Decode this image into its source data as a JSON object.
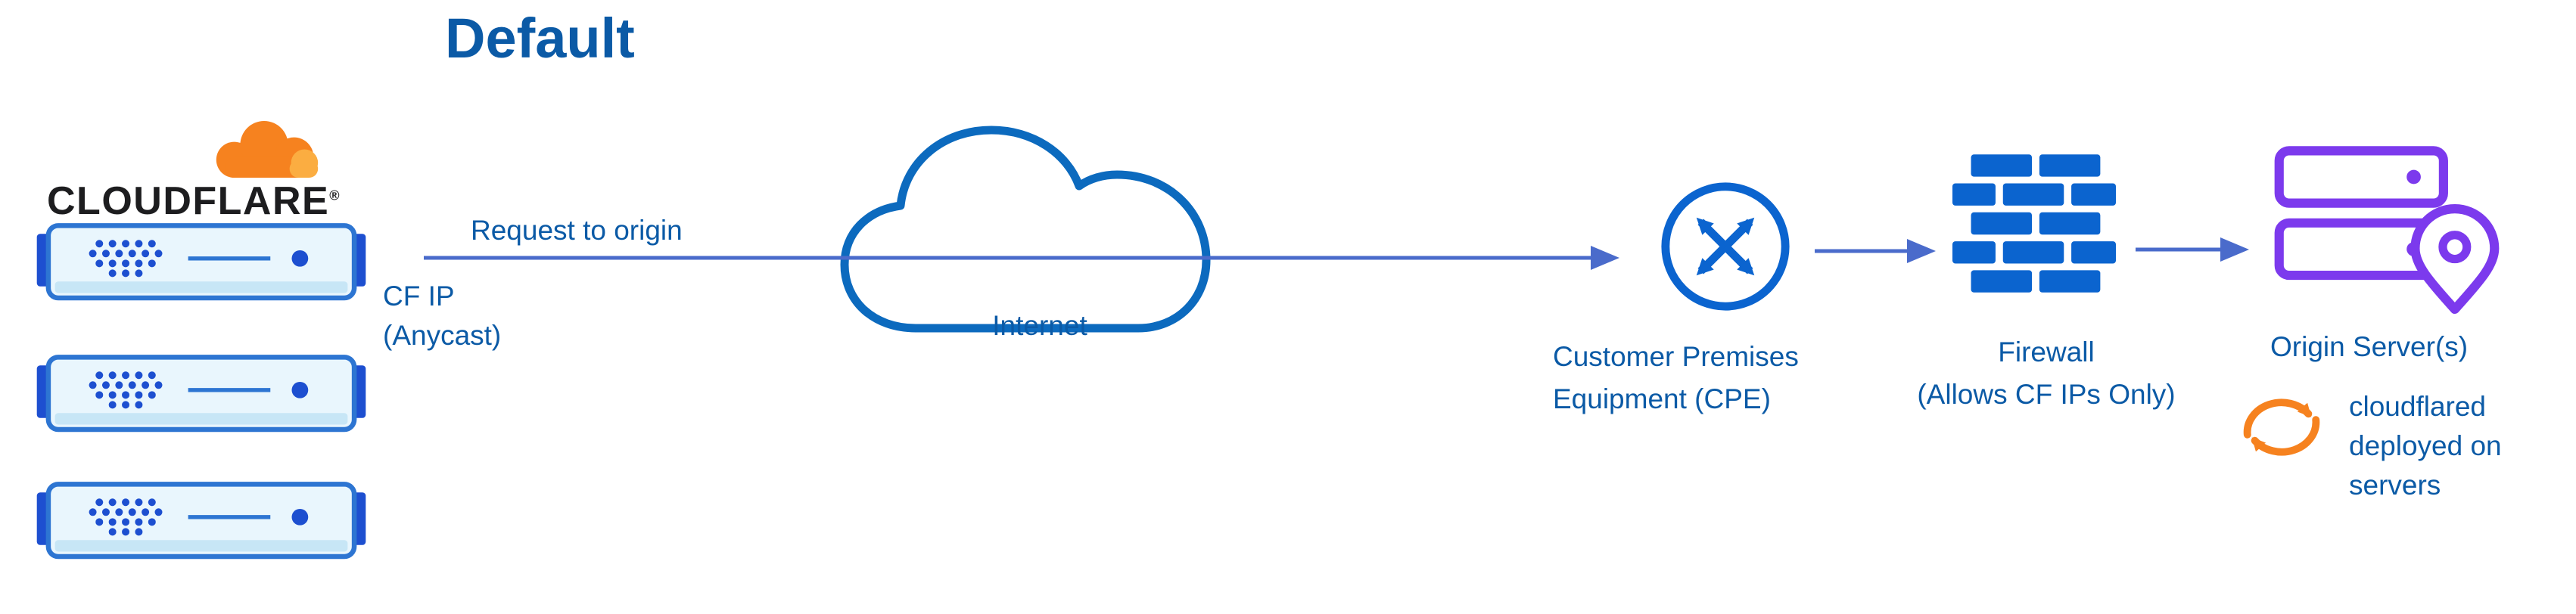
{
  "title": "Default",
  "brand": {
    "wordmark": "CLOUDFLARE",
    "registered_mark": "®"
  },
  "edge": {
    "request_label": "Request to origin",
    "cf_ip_lines": [
      "CF IP",
      "(Anycast)"
    ]
  },
  "nodes": {
    "internet": {
      "label": "Internet"
    },
    "cpe": {
      "label_lines": [
        "Customer Premises",
        "Equipment (CPE)"
      ]
    },
    "firewall": {
      "label_lines": [
        "Firewall",
        "(Allows CF IPs Only)"
      ]
    },
    "origin": {
      "label": "Origin Server(s)"
    },
    "cloudflared": {
      "note_lines": [
        "cloudflared",
        "deployed on",
        "servers"
      ]
    }
  },
  "icons": {
    "cloudflare-cloud-icon": "orange-cloud-shape",
    "edge-server-icon": "light-blue-server-with-dots",
    "internet-cloud-icon": "blue-outline-cloud",
    "cpe-router-icon": "circle-with-crossed-arrows",
    "firewall-icon": "blue-brick-wall",
    "origin-servers-icon": "purple-stacked-servers",
    "location-pin-icon": "purple-map-pin",
    "cloudflared-sync-icon": "orange-circular-arrows",
    "arrow-icon": "right-arrow-line"
  },
  "colors": {
    "label_blue": "#0b5aa6",
    "arrow_blue": "#4a6bcb",
    "icon_blue": "#0b64cf",
    "cloud_blue": "#0c6abe",
    "server_dark_blue": "#1d4fd0",
    "origin_purple": "#7c3aed",
    "cloudflare_orange": "#f6821f",
    "cloudflare_orange_light": "#fbad41",
    "wordmark_black": "#1d1d1f"
  }
}
